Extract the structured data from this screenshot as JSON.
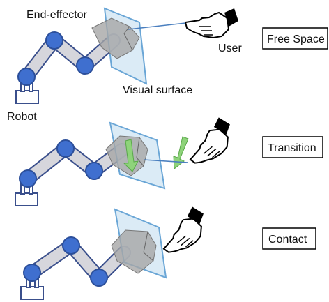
{
  "labels": {
    "end_effector": "End-effector",
    "user": "User",
    "visual_surface": "Visual surface",
    "robot": "Robot"
  },
  "states": [
    {
      "label": "Free Space"
    },
    {
      "label": "Transition"
    },
    {
      "label": "Contact"
    }
  ],
  "colors": {
    "arm_fill": "#d6d6dc",
    "arm_stroke": "#3a4f8c",
    "joint_fill": "#3f6fcf",
    "joint_stroke": "#2c4f9a",
    "surface_fill": "#cfe4f3",
    "surface_stroke": "#6aa6d6",
    "effector_fill": "#a6a6a6",
    "arrow_fill": "#8ed37a",
    "line": "#4a7fbf"
  },
  "icons": [
    "robot-arm",
    "visual-surface",
    "pointing-hand-icon",
    "down-arrow-icon"
  ]
}
